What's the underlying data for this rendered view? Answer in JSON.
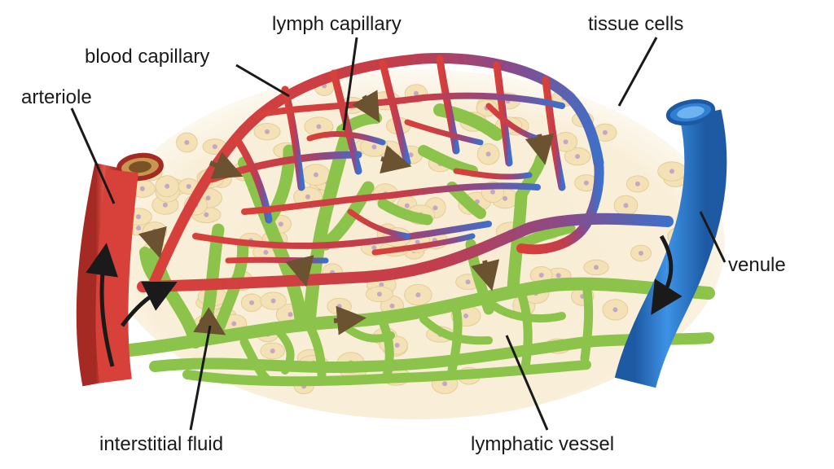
{
  "labels": {
    "lymph_capillary": "lymph capillary",
    "tissue_cells": "tissue cells",
    "blood_capillary": "blood capillary",
    "arteriole": "arteriole",
    "venule": "venule",
    "interstitial_fluid": "interstitial fluid",
    "lymphatic_vessel": "lymphatic vessel"
  },
  "colors": {
    "arteriole": "#d8413a",
    "arteriole_dark": "#a62a24",
    "venule": "#2f7fd3",
    "venule_dark": "#1d5aa3",
    "capillary_mid": "#8a4a8a",
    "lymphatic": "#8cc34a",
    "lymphatic_dark": "#5d8f2e",
    "tissue_cell": "#f4e2b6",
    "tissue_bg": "#f7ecd3",
    "cell_nucleus": "#c4a7c4",
    "arrow": "#6b5230"
  }
}
